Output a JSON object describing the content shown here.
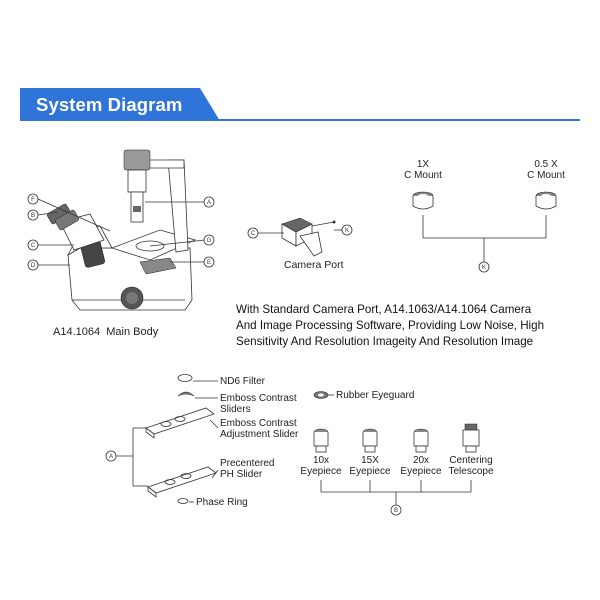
{
  "header": {
    "title": "System Diagram",
    "accent_color": "#2f74d9"
  },
  "main_body": {
    "model": "A14.1064",
    "label": "Main Body",
    "callouts": [
      "F",
      "B",
      "C",
      "D",
      "A",
      "G",
      "E"
    ]
  },
  "camera_port": {
    "label": "Camera Port",
    "callouts": [
      "C",
      "K"
    ]
  },
  "c_mounts": {
    "items": [
      {
        "line1": "1X",
        "line2": "C Mount"
      },
      {
        "line1": "0.5 X",
        "line2": "C Mount"
      }
    ],
    "callout": "K"
  },
  "description": {
    "lines": [
      "With Standard Camera Port, A14.1063/A14.1064 Camera",
      "And Image Processing Software, Providing Low Noise, High",
      "Sensitivity And Resolution Imageity And Resolution Image"
    ]
  },
  "sliders": {
    "callout": "A",
    "nd6_filter": "ND6 Filter",
    "emboss_sliders": [
      "Emboss Contrast",
      "Sliders"
    ],
    "emboss_adjust": [
      "Emboss Contrast",
      "Adjustment Slider"
    ],
    "ph_slider": [
      "Precentered",
      "PH Slider"
    ],
    "phase_ring": "Phase Ring"
  },
  "eyepieces": {
    "callout": "B",
    "rubber_eyeguard": "Rubber Eyeguard",
    "items": [
      {
        "line1": "10x",
        "line2": "Eyepiece"
      },
      {
        "line1": "15X",
        "line2": "Eyepiece"
      },
      {
        "line1": "20x",
        "line2": "Eyepiece"
      },
      {
        "line1": "Centering",
        "line2": "Telescope"
      }
    ]
  }
}
